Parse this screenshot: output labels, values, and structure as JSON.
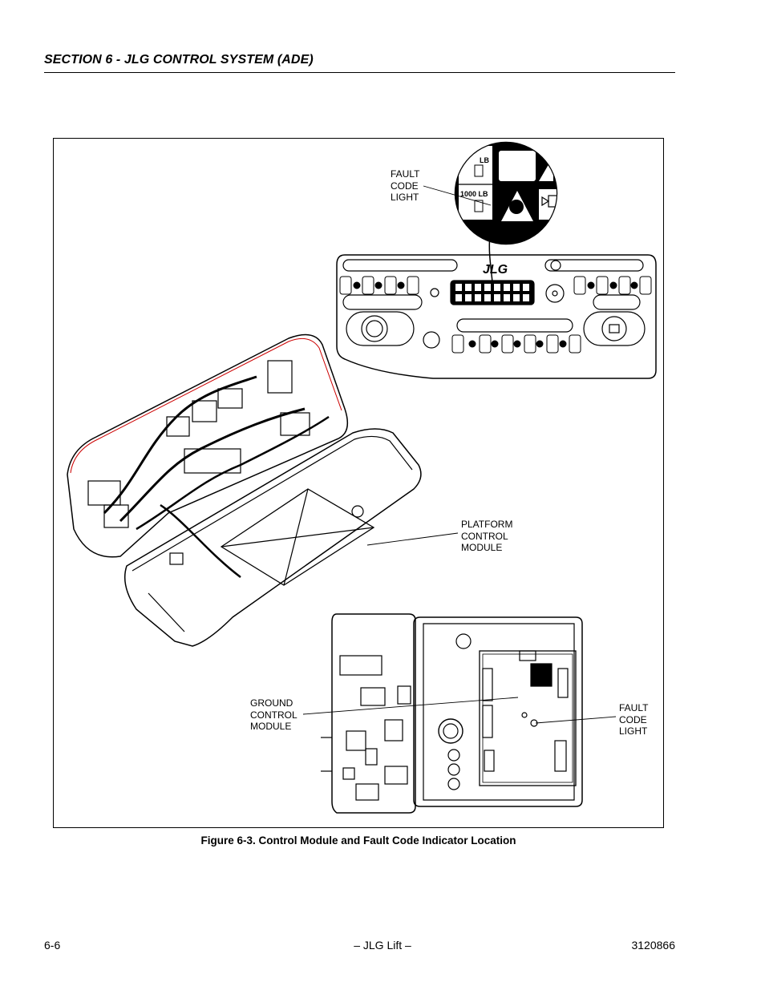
{
  "header": {
    "section_title": "SECTION 6 - JLG CONTROL SYSTEM (ADE)"
  },
  "figure": {
    "callouts": {
      "fault_code_light_top": "FAULT\nCODE\nLIGHT",
      "platform_control_module": "PLATFORM\nCONTROL\nMODULE",
      "ground_control_module": "GROUND\nCONTROL\nMODULE",
      "fault_code_light_bottom": "FAULT\nCODE\nLIGHT"
    },
    "panel_labels": {
      "logo": "JLG",
      "load_1": "LB",
      "load_2": "1000 LB"
    },
    "caption": "Figure 6-3.  Control Module and Fault Code Indicator Location"
  },
  "footer": {
    "page_number": "6-6",
    "center_text": "– JLG Lift –",
    "doc_number": "3120866"
  }
}
